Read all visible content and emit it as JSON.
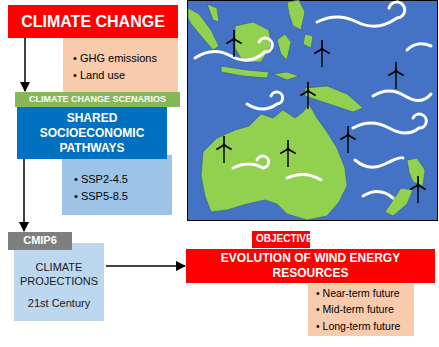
{
  "diagram": {
    "nodes": [
      {
        "text": [
          "CLIMATE CHANGE"
        ]
      },
      {
        "text": [
          "• GHG emissions",
          "• Land use"
        ]
      },
      {
        "text": [
          "CLIMATE CHANGE SCENARIOS"
        ]
      },
      {
        "text": [
          "SHARED SOCIOECONOMIC PATHWAYS"
        ]
      },
      {
        "text": [
          "• SSP2-4.5",
          "• SSP5-8.5"
        ]
      },
      {
        "text": [
          "CMIP6"
        ]
      },
      {
        "text": [
          "CLIMATE PROJECTIONS",
          "21st Century"
        ]
      },
      {
        "text": [
          "OBJECTIVE"
        ]
      },
      {
        "text": [
          "EVOLUTION OF WIND ENERGY RESOURCES"
        ]
      },
      {
        "text": [
          "• Near-term future",
          "• Mid-term future",
          "• Long-term future"
        ]
      }
    ],
    "edges": [
      {
        "from": 0,
        "to": 2,
        "arrow": "to"
      },
      {
        "from": 3,
        "to": 5,
        "arrow": "to"
      },
      {
        "from": 6,
        "to": 8,
        "arrow": "to"
      }
    ]
  }
}
